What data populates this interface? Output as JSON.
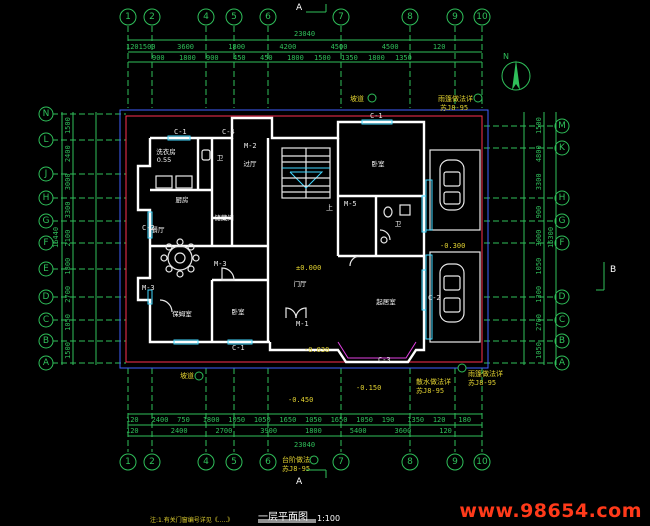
{
  "drawing": {
    "title": "一层平面图",
    "scale": "1:100",
    "note": "注:1.有关门窗编号详见《.....》",
    "watermark": "www.98654.com",
    "north_label": "N",
    "section_mark": "A",
    "side_mark": "B"
  },
  "axes": {
    "columns": [
      "1",
      "2",
      "4",
      "5",
      "6",
      "7",
      "8",
      "9",
      "10"
    ],
    "rows": [
      "N",
      "L",
      "J",
      "H",
      "G",
      "F",
      "E",
      "D",
      "C",
      "B",
      "A"
    ],
    "rows_right": [
      "M",
      "K",
      "H",
      "G",
      "F",
      "D",
      "C",
      "B",
      "A"
    ]
  },
  "dimensions": {
    "top_total": "23040",
    "top_segments": [
      "1201500",
      "3600",
      "1800",
      "4200",
      "4500",
      "4500",
      "120"
    ],
    "top_detail": [
      "900",
      "1800",
      "900",
      "450",
      "450",
      "1800",
      "1500",
      "1350",
      "1800",
      "1350"
    ],
    "bottom_total": "23040",
    "bottom_segments": [
      "120",
      "2400",
      "2700",
      "3900",
      "1800",
      "5400",
      "3600",
      "120"
    ],
    "bottom_detail": [
      "120",
      "2400",
      "750",
      "1800",
      "1050",
      "1050",
      "1650",
      "1050",
      "1650",
      "1050",
      "190",
      "1350",
      "120",
      "180"
    ],
    "left_total": "16440",
    "left_segments": [
      "1500",
      "2400",
      "3000",
      "3300",
      "2100",
      "1800",
      "2700",
      "1050",
      "1500"
    ],
    "right_total": "15300",
    "right_segments": [
      "1500",
      "4800",
      "3300",
      "900",
      "3000",
      "1050",
      "1300",
      "2700",
      "1050"
    ]
  },
  "rooms": [
    {
      "name": "洗衣房",
      "extra": "0.55"
    },
    {
      "name": "卫"
    },
    {
      "name": "过厅"
    },
    {
      "name": "厨房"
    },
    {
      "name": "储藏间"
    },
    {
      "name": "餐厅"
    },
    {
      "name": "卧室"
    },
    {
      "name": "门厅"
    },
    {
      "name": "保姆室"
    },
    {
      "name": "卧室"
    },
    {
      "name": "起居室"
    },
    {
      "name": "卫"
    }
  ],
  "elevation_marks": [
    "±0.000",
    "-0.030",
    "-0.300",
    "-0.450",
    "-0.150"
  ],
  "windows": [
    "C-1",
    "C-4",
    "M-2",
    "C-1",
    "M-5",
    "C-2",
    "M-3",
    "C-3",
    "M-1",
    "C-1",
    "C-2",
    "M-3"
  ],
  "callouts": {
    "note_top": "坡道",
    "note_top_right": "雨篷做法详",
    "ref_top_right": "苏J8-95",
    "note_bottom_right1": "散水做法详",
    "ref_bottom_right1": "苏J8-95",
    "note_bottom_right2": "雨篷做法详",
    "ref_bottom_right2": "苏J8-95",
    "note_bottom": "台阶做法详",
    "ref_bottom": "苏J8-95",
    "stair_label": "上",
    "note_left_bottom": "坡道"
  },
  "colors": {
    "background": "#000000",
    "axis": "#2fbf5a",
    "wall": "#ffffff",
    "dim": "#e0d030",
    "watermark": "#ff3a1a"
  }
}
